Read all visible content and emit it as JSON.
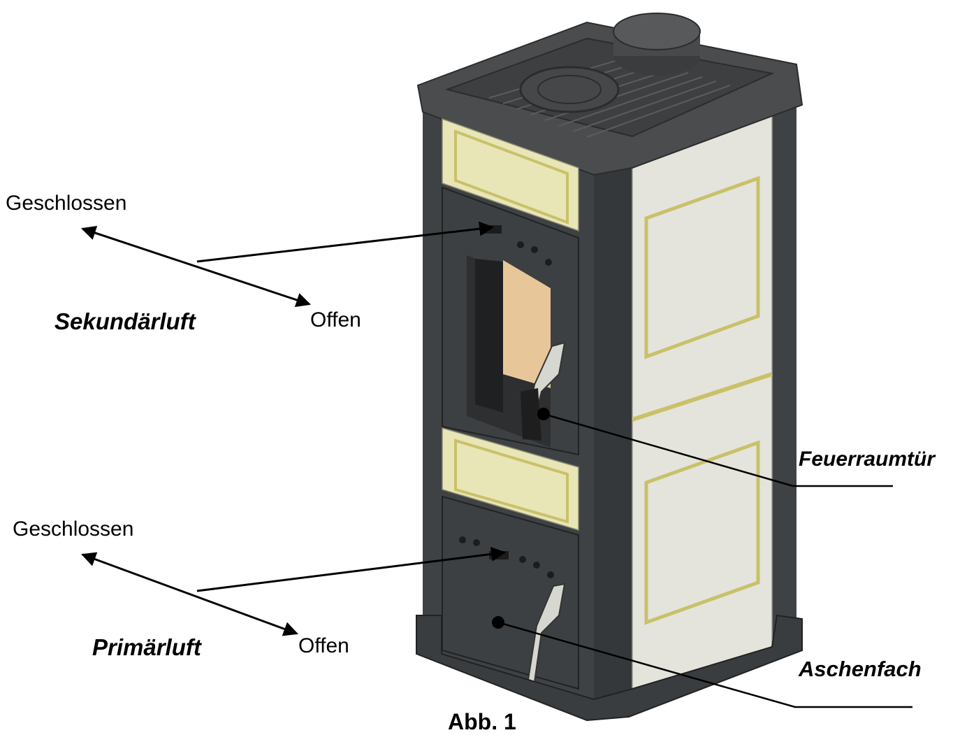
{
  "figure": {
    "caption": "Abb. 1"
  },
  "secondary_air": {
    "title": "Sekundärluft",
    "closed_label": "Geschlossen",
    "open_label": "Offen"
  },
  "primary_air": {
    "title": "Primärluft",
    "closed_label": "Geschlossen",
    "open_label": "Offen"
  },
  "callouts": {
    "firebox_door": "Feuerraumtür",
    "ash_drawer": "Aschenfach"
  },
  "colors": {
    "stove_body": "#3f4244",
    "stove_top": "#4a4c4e",
    "ceramic_panel": "#e4e4dc",
    "ceramic_frame": "#e8e6b6",
    "panel_trim": "#c9c16a",
    "fire_glass": "#e7c79a"
  }
}
